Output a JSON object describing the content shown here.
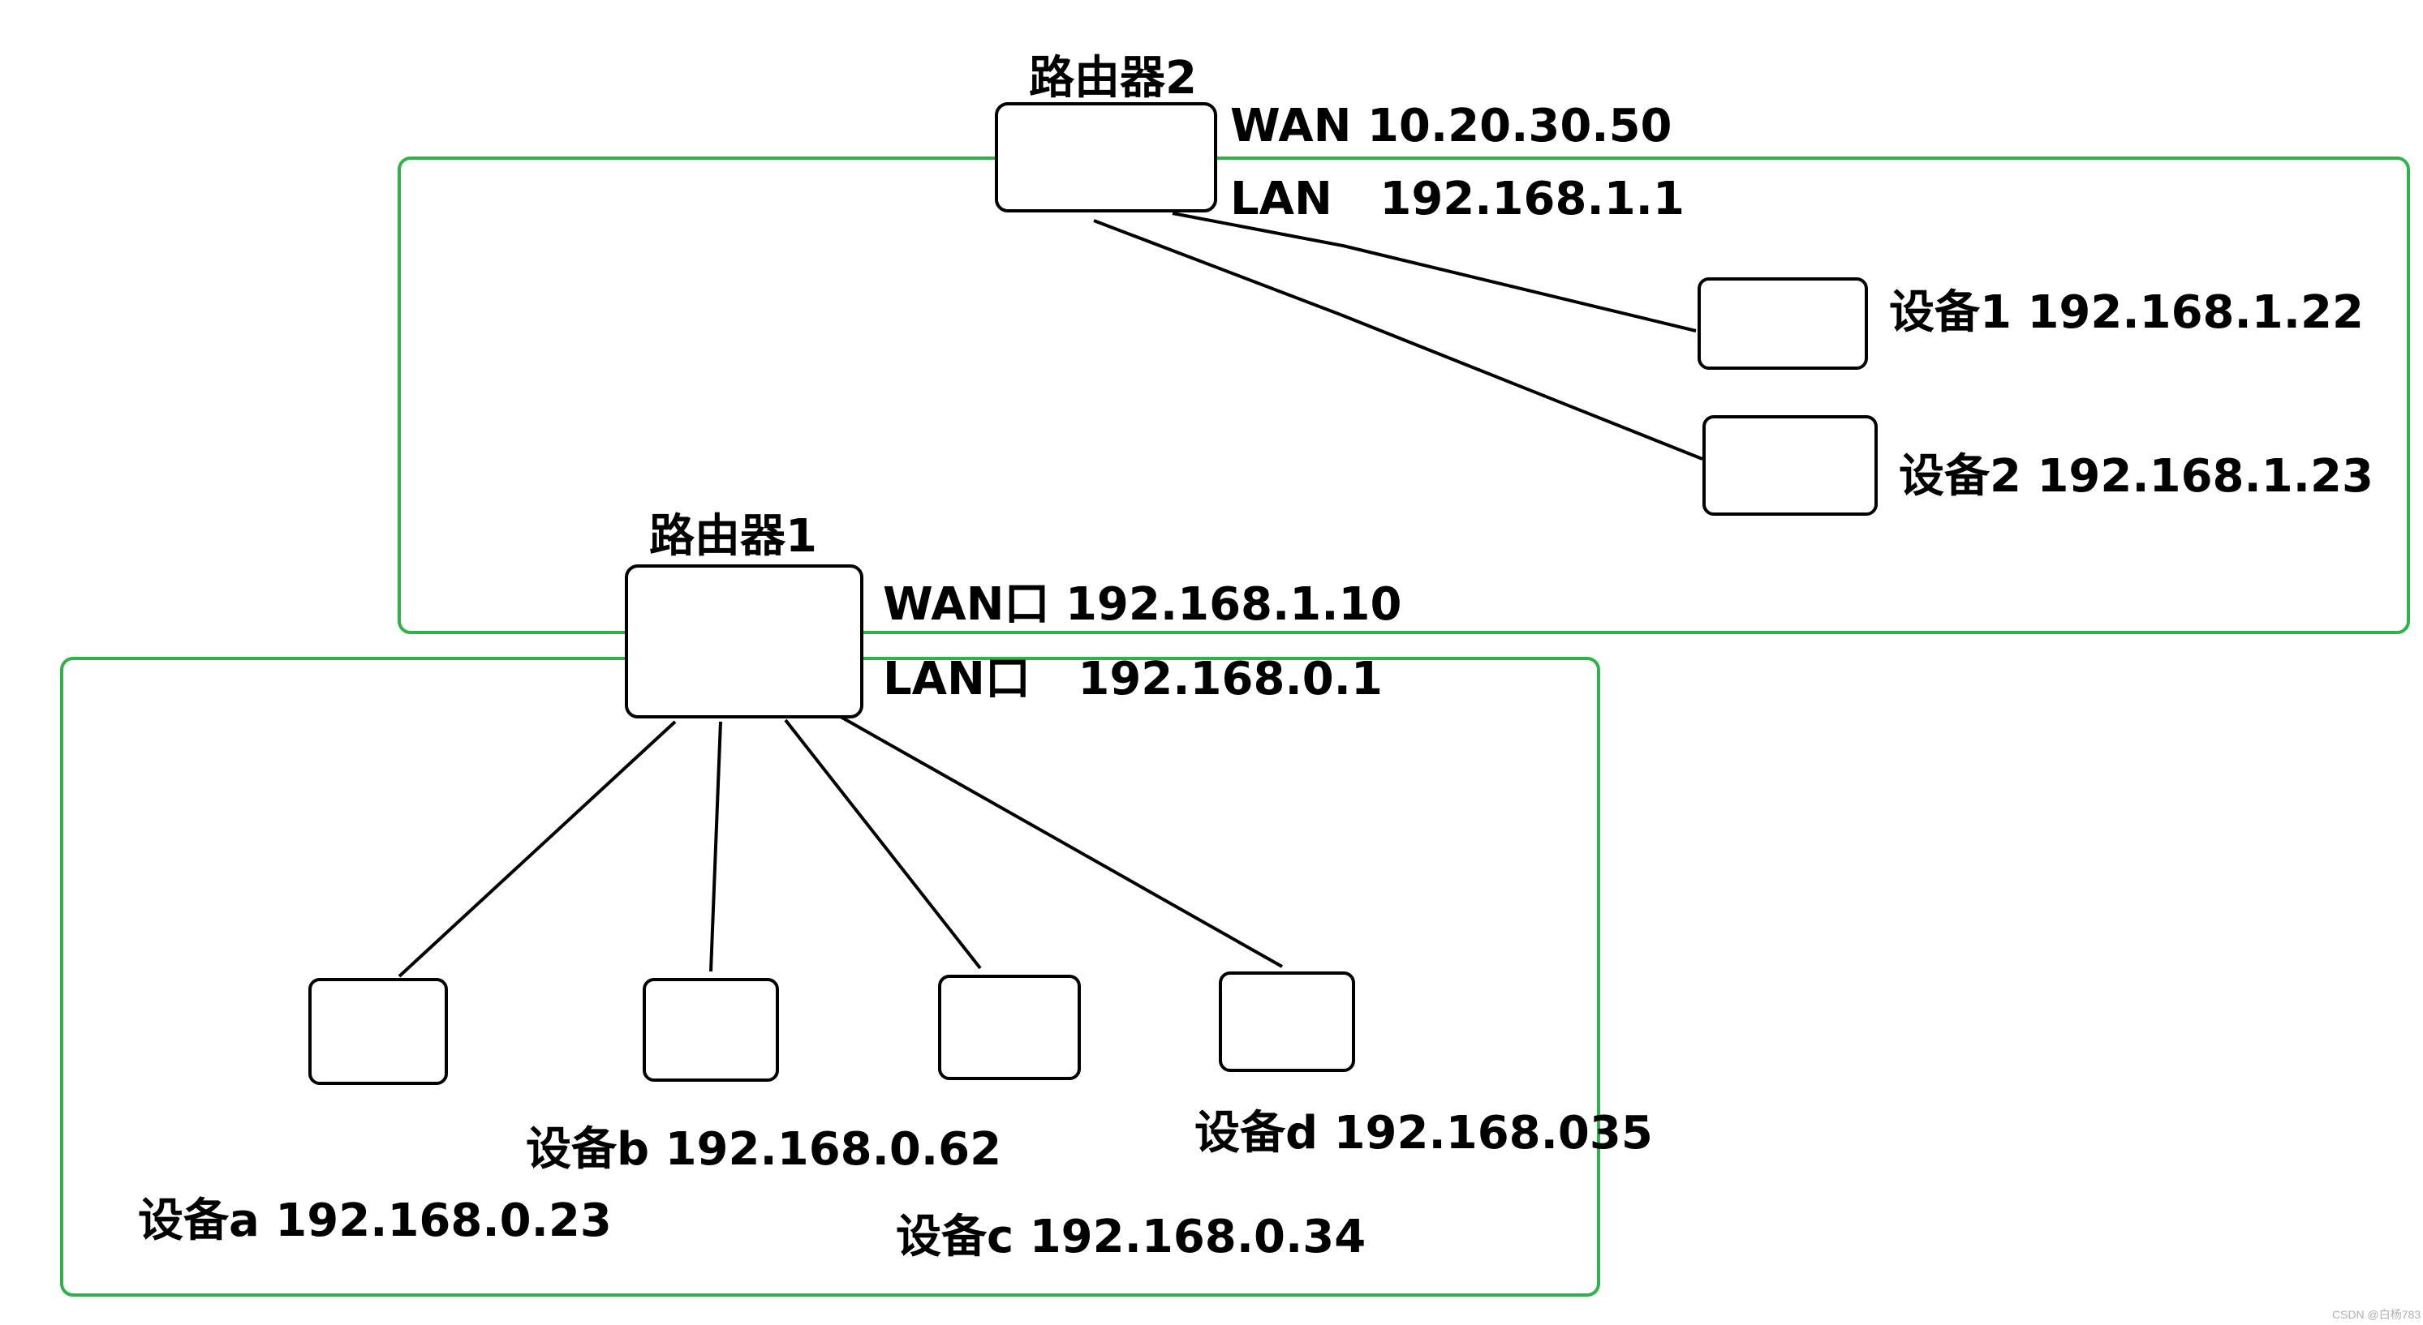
{
  "colors": {
    "network_border": "#2fb24a",
    "device_border": "#000000",
    "text": "#000000",
    "background": "#ffffff"
  },
  "router2": {
    "name": "路由器2",
    "wan": "WAN 10.20.30.50",
    "lan": "LAN   192.168.1.1"
  },
  "router1": {
    "name": "路由器1",
    "wan": "WAN口 192.168.1.10",
    "lan": "LAN口   192.168.0.1"
  },
  "devices_router2": [
    {
      "label": "设备1 192.168.1.22"
    },
    {
      "label": "设备2 192.168.1.23"
    }
  ],
  "devices_router1": [
    {
      "label": "设备a 192.168.0.23"
    },
    {
      "label": "设备b 192.168.0.62"
    },
    {
      "label": "设备c 192.168.0.34"
    },
    {
      "label": "设备d 192.168.035"
    }
  ],
  "watermark": "CSDN @白杨783"
}
